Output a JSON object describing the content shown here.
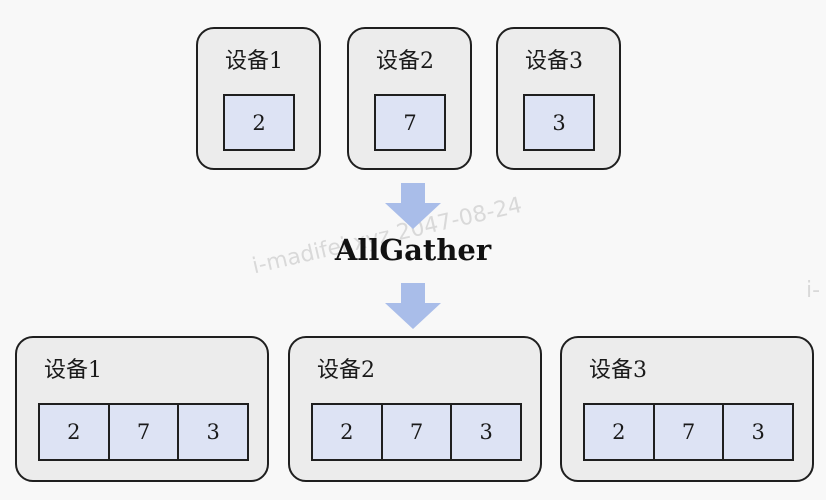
{
  "operation": "AllGather",
  "watermark": "i-madifei.xyz 2047-08-24",
  "watermark_edge": "i-",
  "before": [
    {
      "label": "设备1",
      "value": "2"
    },
    {
      "label": "设备2",
      "value": "7"
    },
    {
      "label": "设备3",
      "value": "3"
    }
  ],
  "after": [
    {
      "label": "设备1",
      "values": [
        "2",
        "7",
        "3"
      ]
    },
    {
      "label": "设备2",
      "values": [
        "2",
        "7",
        "3"
      ]
    },
    {
      "label": "设备3",
      "values": [
        "2",
        "7",
        "3"
      ]
    }
  ],
  "colors": {
    "device_fill": "#ececec",
    "cell_fill": "#dde3f4",
    "arrow_fill": "#a9bde9",
    "border": "#1f1f1f"
  }
}
